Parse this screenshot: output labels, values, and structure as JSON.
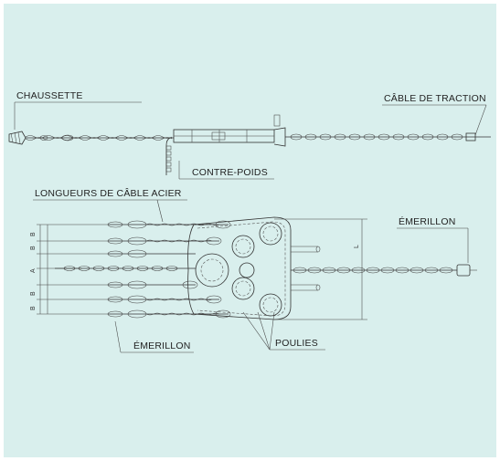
{
  "labels": {
    "chaussette": "CHAUSSETTE",
    "cable_traction": "CÂBLE DE TRACTION",
    "contre_poids": "CONTRE-POIDS",
    "longueurs": "LONGUEURS DE CÂBLE ACIER",
    "emerillon_right": "ÉMERILLON",
    "emerillon_left": "ÉMERILLON",
    "poulies": "POULIES"
  },
  "dims": {
    "a": "A",
    "b": "B",
    "l": "L"
  },
  "colors": {
    "background": "#d9efed",
    "line": "#333333"
  }
}
